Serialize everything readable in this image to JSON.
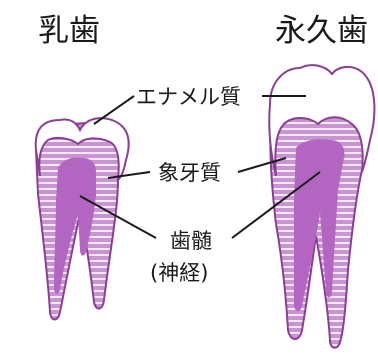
{
  "titles": {
    "baby_tooth": "乳歯",
    "permanent_tooth": "永久歯"
  },
  "labels": {
    "enamel": "エナメル質",
    "dentin": "象牙質",
    "pulp": "歯髄",
    "nerve": "(神経)"
  },
  "colors": {
    "pulp": "#b266c2",
    "outline": "#8a3f93",
    "enamel": "#ffffff",
    "leader": "#1a1a1a"
  }
}
